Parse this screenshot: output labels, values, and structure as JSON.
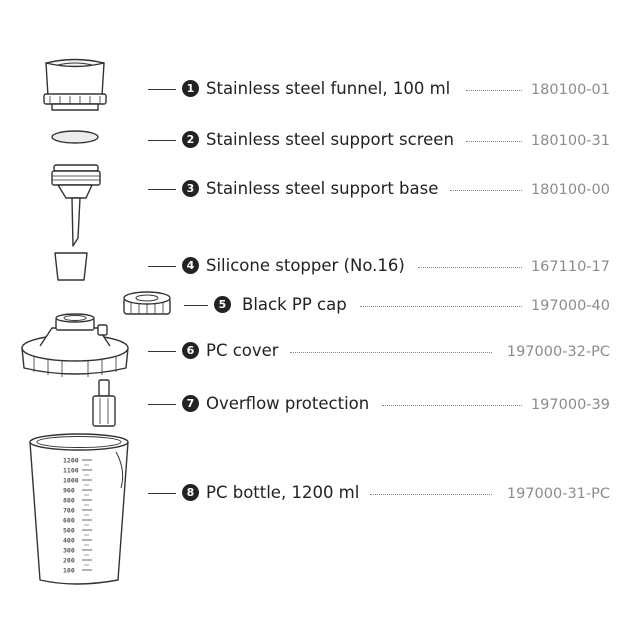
{
  "parts": [
    {
      "number": "1",
      "name": "Stainless steel funnel, 100 ml",
      "code": "180100-01"
    },
    {
      "number": "2",
      "name": "Stainless steel support screen",
      "code": "180100-31"
    },
    {
      "number": "3",
      "name": "Stainless steel support base",
      "code": "180100-00"
    },
    {
      "number": "4",
      "name": "Silicone stopper (No.16)",
      "code": "167110-17"
    },
    {
      "number": "5",
      "name": "Black PP cap",
      "code": "197000-40"
    },
    {
      "number": "6",
      "name": "PC cover",
      "code": "197000-32-PC"
    },
    {
      "number": "7",
      "name": "Overflow protection",
      "code": "197000-39"
    },
    {
      "number": "8",
      "name": "PC bottle, 1200 ml",
      "code": "197000-31-PC"
    }
  ],
  "bottle_scale": [
    "1200",
    "1100",
    "1000",
    "900",
    "800",
    "700",
    "600",
    "500",
    "400",
    "300",
    "200",
    "100"
  ]
}
